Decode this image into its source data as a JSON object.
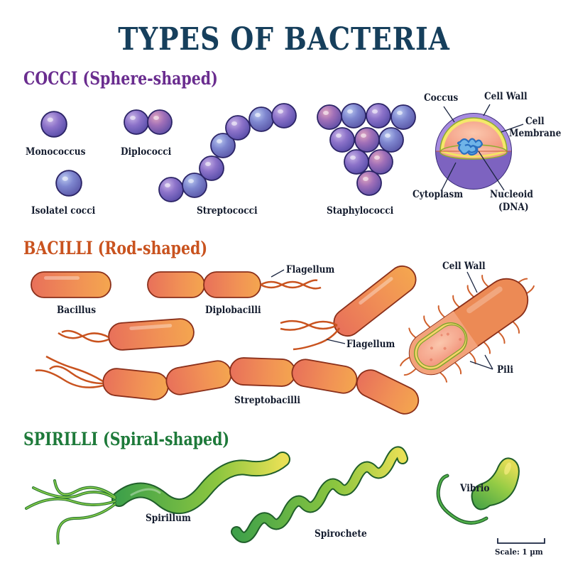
{
  "title": "TYPES OF BACTERIA",
  "colors": {
    "title": "#163f5c",
    "cocci": "#6a2d8f",
    "bacilli": "#c9531f",
    "spirilli": "#1e7a3a",
    "label": "#141c2e"
  },
  "sections": {
    "cocci": {
      "heading": "COCCI (Sphere-shaped)",
      "items": {
        "monococcus": "Monococcus",
        "diplococci": "Diplococci",
        "isolated": "Isolatel cocci",
        "streptococci": "Streptococci",
        "staphylococci": "Staphylococci"
      },
      "anatomy": {
        "coccus": "Coccus",
        "cell_wall": "Cell Wall",
        "cell_membrane_1": "Cell",
        "cell_membrane_2": "Membrane",
        "cytoplasm": "Cytoplasm",
        "nucleoid_1": "Nucleoid",
        "nucleoid_2": "(DNA)"
      }
    },
    "bacilli": {
      "heading": "BACILLI (Rod-shaped)",
      "items": {
        "bacillus": "Bacillus",
        "diplobacilli": "Diplobacilli",
        "streptobacilli": "Streptobacilli",
        "flagellum_top": "Flagellum",
        "flagellum_mid": "Flagellum"
      },
      "anatomy": {
        "cell_wall": "Cell Wall",
        "pili": "Pili"
      }
    },
    "spirilli": {
      "heading": "SPIRILLI (Spiral-shaped)",
      "items": {
        "spirillum": "Spirillum",
        "spirochete": "Spirochete",
        "vibrio": "Vibrio"
      }
    }
  },
  "scale": {
    "label": "Scale: 1 µm"
  }
}
